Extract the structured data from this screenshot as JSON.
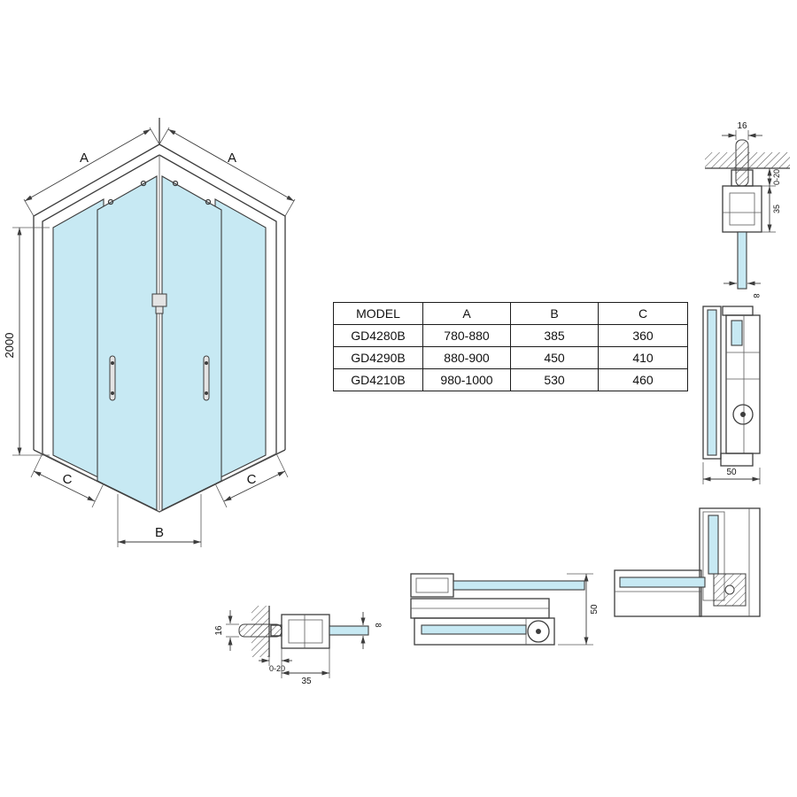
{
  "main_drawing": {
    "dim_a_left": "A",
    "dim_a_right": "A",
    "dim_height": "2000",
    "dim_c_left": "C",
    "dim_c_right": "C",
    "dim_b": "B"
  },
  "table": {
    "headers": [
      "MODEL",
      "A",
      "B",
      "C"
    ],
    "rows": [
      [
        "GD4280B",
        "780-880",
        "385",
        "360"
      ],
      [
        "GD4290B",
        "880-900",
        "450",
        "410"
      ],
      [
        "GD4210B",
        "980-1000",
        "530",
        "460"
      ]
    ]
  },
  "detail_wall_profile_top": {
    "dim_anchor_width": "16",
    "dim_adjust": "0-20",
    "dim_profile": "35",
    "dim_glass": "8"
  },
  "detail_rail_side": {
    "dim_width": "50"
  },
  "detail_wall_profile_plan": {
    "dim_anchor_width": "16",
    "dim_adjust": "0-20",
    "dim_profile": "35",
    "dim_glass": "8"
  },
  "detail_rail_plan": {
    "dim_height": "50"
  },
  "colors": {
    "glass": "#c7e9f3",
    "line": "#3d3d3d"
  }
}
